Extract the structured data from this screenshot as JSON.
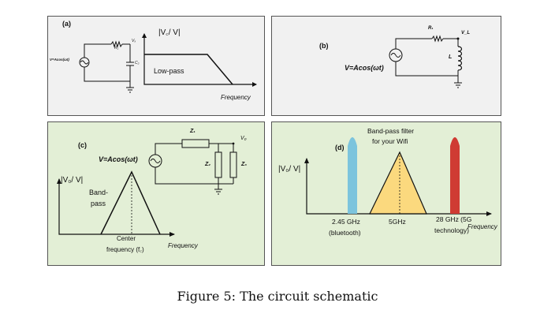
{
  "panel_a": {
    "label": "(a)",
    "source_label": "V=Acos(ωt)",
    "resistor_label": "R₁",
    "node_label": "Vₓ",
    "capacitor_label": "C₂",
    "axis_label": "|V꜀/ V|",
    "curve_label": "Low-pass",
    "x_axis_label": "Frequency"
  },
  "panel_b": {
    "label": "(b)",
    "source_label": "V=Acos(ωt)",
    "resistor_label": "R₁",
    "output_label": "V_L",
    "inductor_label": "L"
  },
  "panel_c": {
    "label": "(c)",
    "source_label": "V=Acos(ωt)",
    "z1_label": "Z₁",
    "z2_label": "Z₂",
    "z3_label": "Z₃",
    "output_label": "V₀",
    "axis_label": "|V₀/ V|",
    "band_label_1": "Band-",
    "band_label_2": "pass",
    "center_label_1": "Center",
    "center_label_2": "frequency (f꜀)",
    "x_axis_label": "Frequency"
  },
  "panel_d": {
    "label": "(d)",
    "title_1": "Band-pass filter",
    "title_2": "for your Wifi",
    "axis_label": "|V₀/ V|",
    "left_label_1": "2.45 GHz",
    "left_label_2": "(bluetooth)",
    "center_label": "5GHz",
    "right_label_1": "28 GHz (5G",
    "right_label_2": "technology)",
    "x_axis_label": "Frequency",
    "colors": {
      "bluetooth": "#7cc4dd",
      "wifi": "#fbd97e",
      "five_g": "#cf3b33"
    }
  },
  "caption": "Figure 5: The circuit schematic"
}
